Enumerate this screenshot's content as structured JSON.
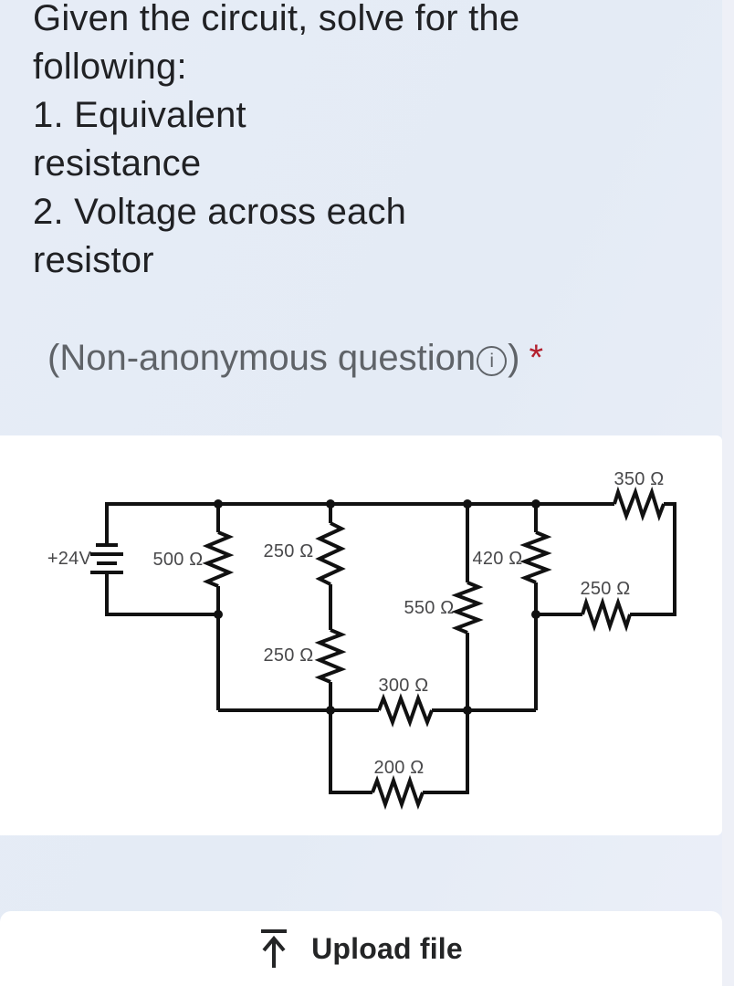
{
  "question": {
    "lines": [
      "Given the circuit, solve for the",
      "following:",
      "1. Equivalent",
      "resistance",
      "2. Voltage across each",
      "resistor"
    ],
    "subtitle_text": "(Non-anonymous question",
    "info_icon_glyph": "i",
    "subtitle_close": ")",
    "required_marker": "*"
  },
  "circuit": {
    "source": "+24V",
    "resistors": {
      "r500": "500 Ω",
      "r250_top": "250 Ω",
      "r250_bottom": "250 Ω",
      "r550": "550 Ω",
      "r420": "420 Ω",
      "r350": "350 Ω",
      "r250_right": "250 Ω",
      "r300": "300 Ω",
      "r200": "200 Ω"
    }
  },
  "upload": {
    "label": "Upload file"
  },
  "colors": {
    "background_blue": "#e7edf6",
    "card_white": "#ffffff",
    "required_red": "#b3202e",
    "question_text": "#202124",
    "subtitle_gray": "#5f6368",
    "circuit_line": "#111111"
  }
}
